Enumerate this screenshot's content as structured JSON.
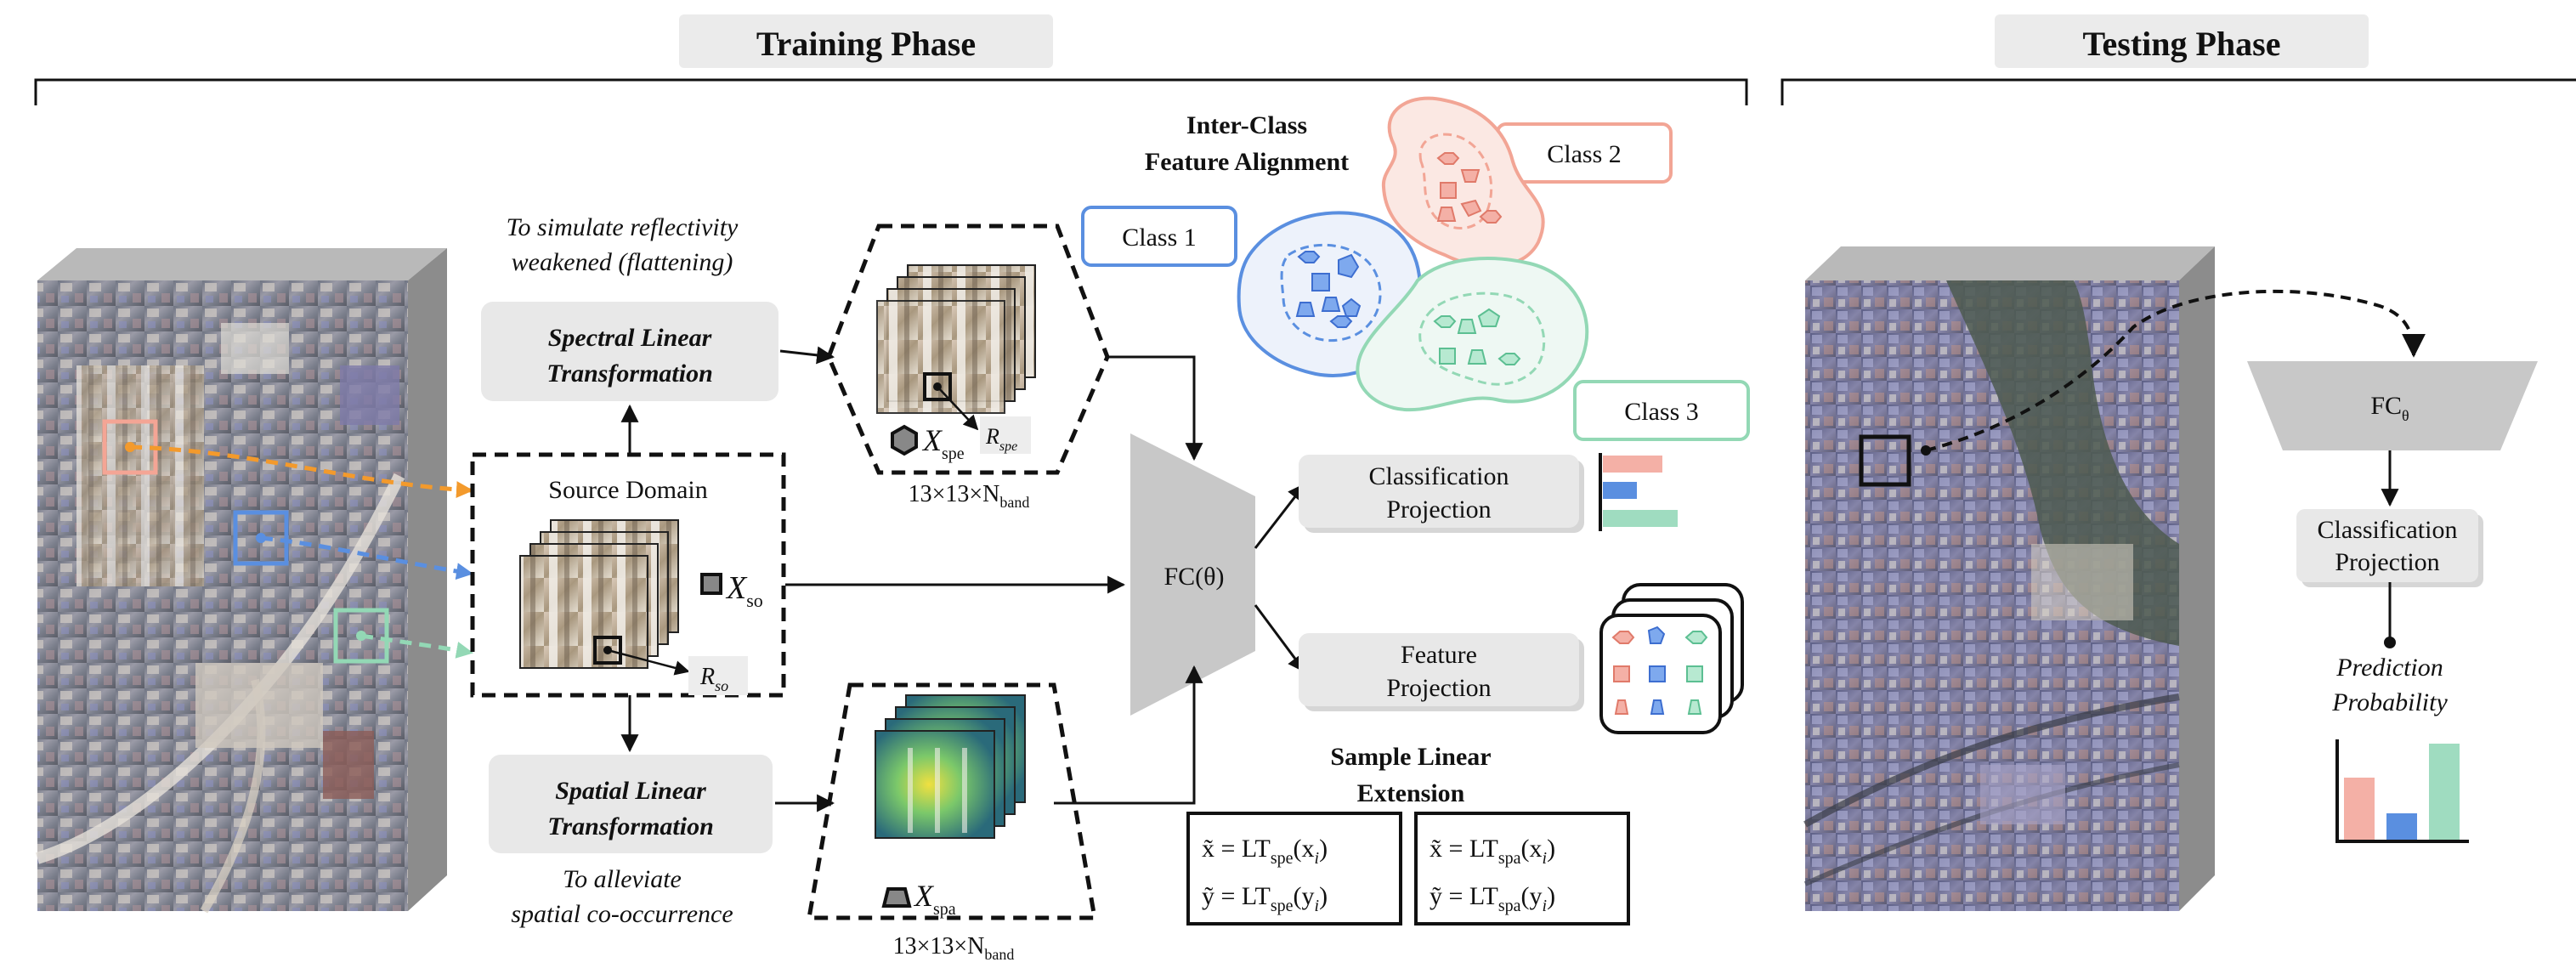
{
  "phases": {
    "training": "Training Phase",
    "testing": "Testing Phase"
  },
  "notes": {
    "spectral_note_l1": "To simulate reflectivity",
    "spectral_note_l2": "weakened (flattening)",
    "spatial_note_l1": "To alleviate",
    "spatial_note_l2": "spatial co-occurrence"
  },
  "boxes": {
    "spectral_lt_l1": "Spectral Linear",
    "spectral_lt_l2": "Transformation",
    "spatial_lt_l1": "Spatial  Linear",
    "spatial_lt_l2": "Transformation",
    "source_domain": "Source Domain",
    "fc": "FC(θ)",
    "cls_proj_l1": "Classification",
    "cls_proj_l2": "Projection",
    "feat_proj_l1": "Feature",
    "feat_proj_l2": "Projection",
    "test_fc_main": "FC",
    "test_fc_sub": "θ",
    "test_cls_proj_l1": "Classification",
    "test_cls_proj_l2": "Projection"
  },
  "symbols": {
    "x": "X",
    "sub_spe": "spe",
    "sub_so": "so",
    "sub_spa": "spa",
    "r": "R",
    "dims_main": "13×13×N",
    "dims_sub": "band"
  },
  "alignment": {
    "title_l1": "Inter-Class",
    "title_l2": "Feature Alignment",
    "class1": "Class 1",
    "class2": "Class 2",
    "class3": "Class 3"
  },
  "extension": {
    "title_l1": "Sample Linear",
    "title_l2": "Extension",
    "spe_x": "x̃ = LT",
    "spe_x_sub": "spe",
    "spe_x_arg": "(x",
    "spe_y": "ỹ = LT",
    "spe_y_sub": "spe",
    "spe_y_arg": "(y",
    "spa_x": "x̃ = LT",
    "spa_x_sub": "spa",
    "spa_x_arg": "(x",
    "spa_y": "ỹ = LT",
    "spa_y_sub": "spa",
    "spa_y_arg": "(y",
    "idx": "i",
    "close": ")"
  },
  "prediction": {
    "l1": "Prediction",
    "l2": "Probability"
  },
  "colors": {
    "class1": "#5a8fe0",
    "class2": "#f2a595",
    "class3": "#93d8b5",
    "box_fill": "#e8e8e8",
    "fc_fill": "#c8c8c8",
    "bar_red": "#f4b0a6",
    "bar_blue": "#5a8fe0",
    "bar_green": "#9fdcc0"
  }
}
